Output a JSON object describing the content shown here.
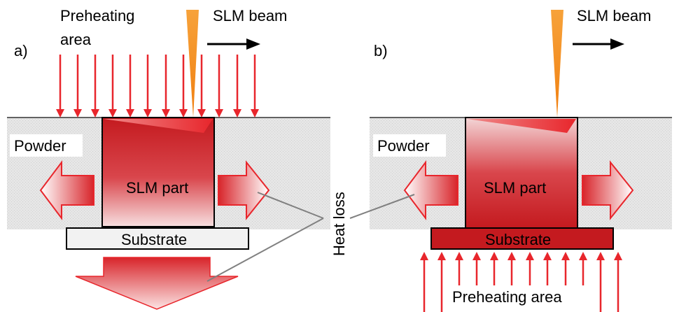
{
  "panel_a": {
    "letter": "a)",
    "preheating_label_line1": "Preheating",
    "preheating_label_line2": "area",
    "beam_label": "SLM beam",
    "powder_label": "Powder",
    "part_label": "SLM part",
    "substrate_label": "Substrate"
  },
  "panel_b": {
    "letter": "b)",
    "beam_label": "SLM beam",
    "powder_label": "Powder",
    "part_label": "SLM part",
    "substrate_label": "Substrate",
    "preheating_label": "Preheating area"
  },
  "heat_loss_label": "Heat loss",
  "colors": {
    "arrow_red": "#e8262c",
    "beam_orange": "#f5921e",
    "part_dark_red": "#c41a1f",
    "powder_gray": "#e6e6e6",
    "substrate_a": "#f2f2f2",
    "substrate_b": "#c41a1f"
  }
}
